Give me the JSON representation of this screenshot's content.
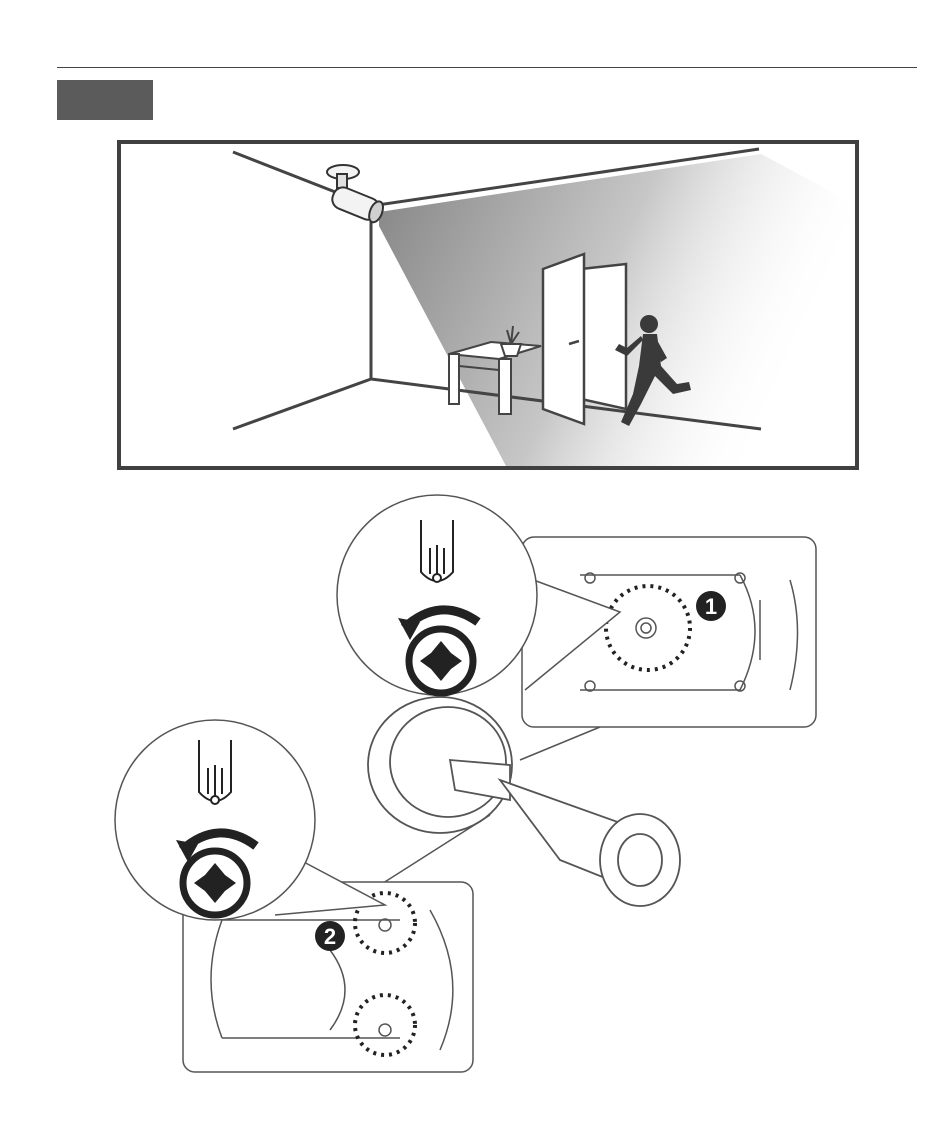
{
  "page": {
    "section_tab_color": "#5b5b5b",
    "rule_color": "#444444"
  },
  "scene": {
    "icons": [
      "dome-camera-icon",
      "door-icon",
      "running-person-icon",
      "table-icon",
      "plant-icon"
    ],
    "coverage_color": "#bfbfbf"
  },
  "install_steps": {
    "callouts": [
      {
        "label": "1",
        "marker": "numbered-callout-1"
      },
      {
        "label": "2",
        "marker": "numbered-callout-2"
      }
    ],
    "tool_icon": "torx-screwdriver-icon",
    "rotation_icon": "counterclockwise-arrow-icon",
    "bit_icon": "torx-bit-icon"
  }
}
